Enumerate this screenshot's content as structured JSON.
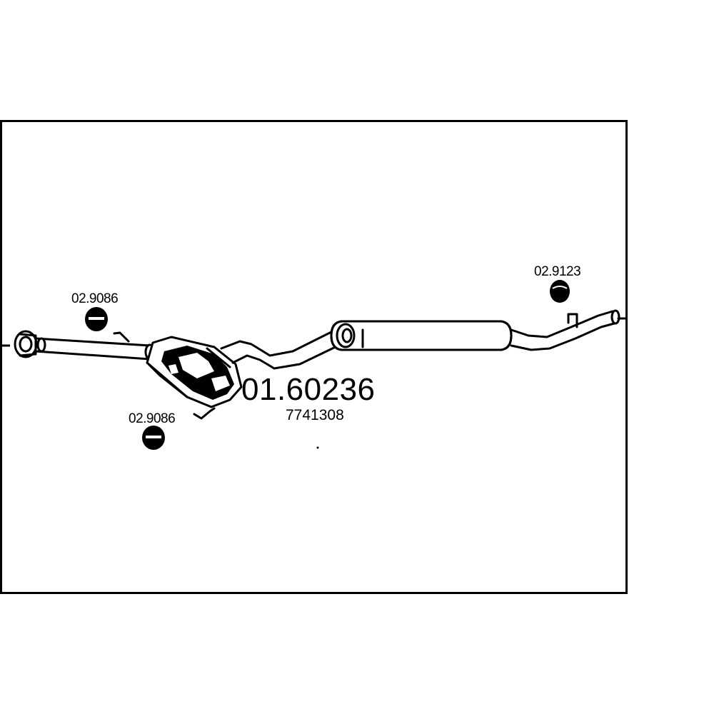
{
  "diagram": {
    "main_part_number": "01.60236",
    "oem_reference": "7741308",
    "mounting_parts": [
      {
        "id": "left-hanger",
        "label": "02.9086"
      },
      {
        "id": "catalyst-hanger",
        "label": "02.9086"
      },
      {
        "id": "rear-hanger",
        "label": "02.9123"
      }
    ]
  }
}
